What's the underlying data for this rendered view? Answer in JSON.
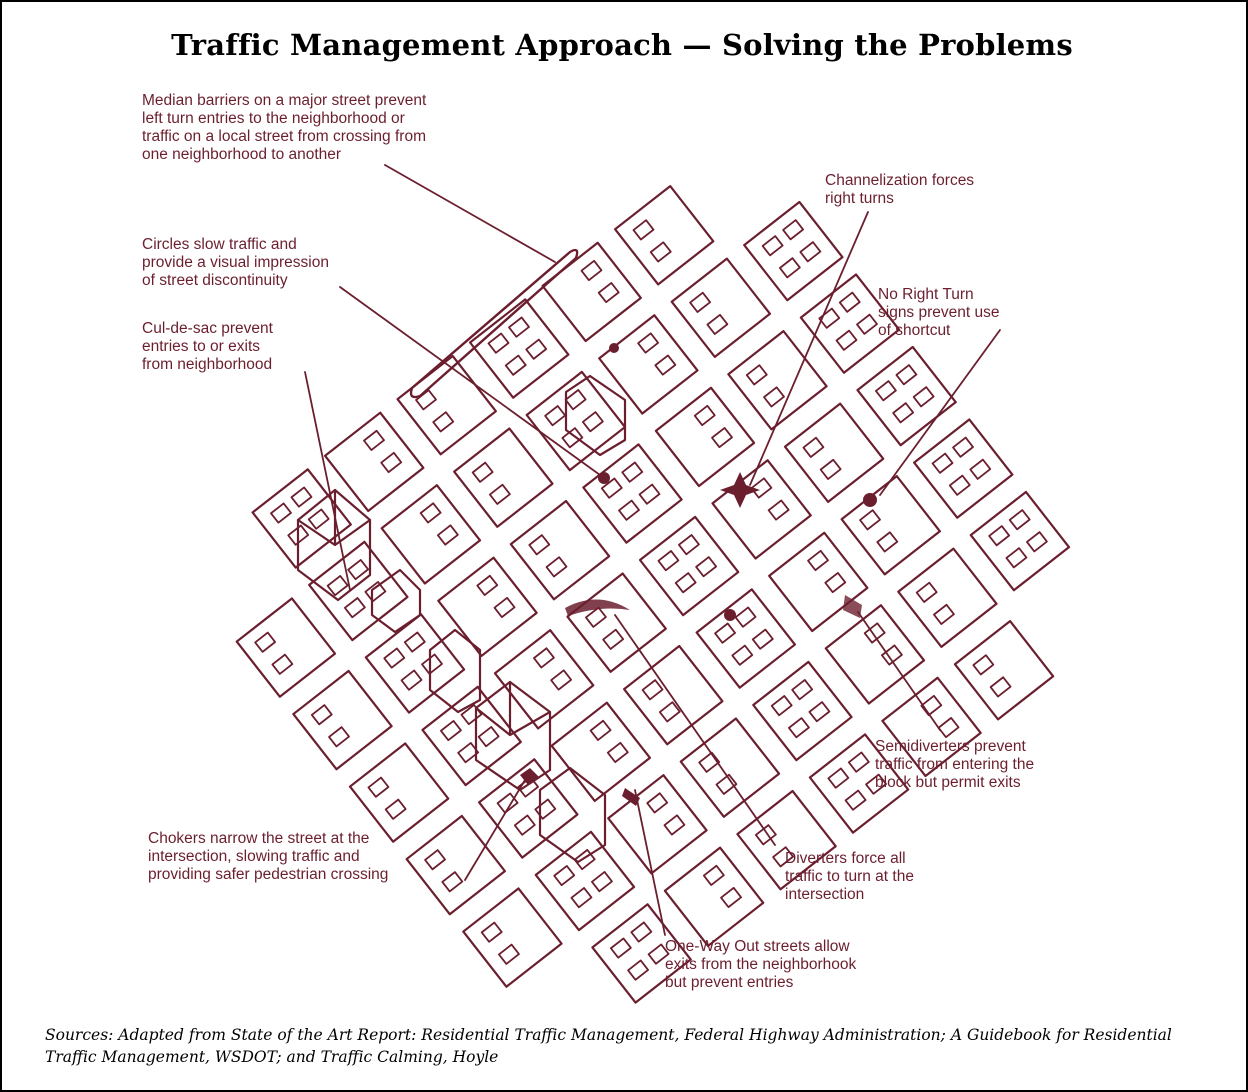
{
  "title": "Traffic Management Approach — Solving the Problems",
  "ink_color": "#6b1f2e",
  "callouts": {
    "median": {
      "lines": [
        "Median barriers on a major street prevent",
        "left turn entries to the neighborhood or",
        "traffic on a local street from crossing from",
        "one neighborhood to another"
      ]
    },
    "circles": {
      "lines": [
        "Circles slow traffic and",
        "provide a visual impression",
        "of street discontinuity"
      ]
    },
    "culdesac": {
      "lines": [
        "Cul-de-sac prevent",
        "entries to or exits",
        "from neighborhood"
      ]
    },
    "channelization": {
      "lines": [
        "Channelization forces",
        "right turns"
      ]
    },
    "no_right_turn": {
      "lines": [
        "No Right Turn",
        "signs prevent use",
        "of shortcut"
      ]
    },
    "semidiverters": {
      "lines": [
        "Semidiverters prevent",
        "traffic from entering the",
        "block but permit exits"
      ]
    },
    "chokers": {
      "lines": [
        "Chokers narrow the street at the",
        "intersection, slowing traffic and",
        "providing safer pedestrian crossing"
      ]
    },
    "diverters": {
      "lines": [
        "Diverters force all",
        "traffic to turn at the",
        "intersection"
      ]
    },
    "one_way": {
      "lines": [
        "One-Way Out streets allow",
        "exits from the neighborhook",
        "but prevent entries"
      ]
    }
  },
  "sources": "Sources:  Adapted from State of the Art Report: Residential Traffic Management, Federal Highway Administration; A Guidebook for Residential Traffic Management, WSDOT; and Traffic Calming, Hoyle"
}
